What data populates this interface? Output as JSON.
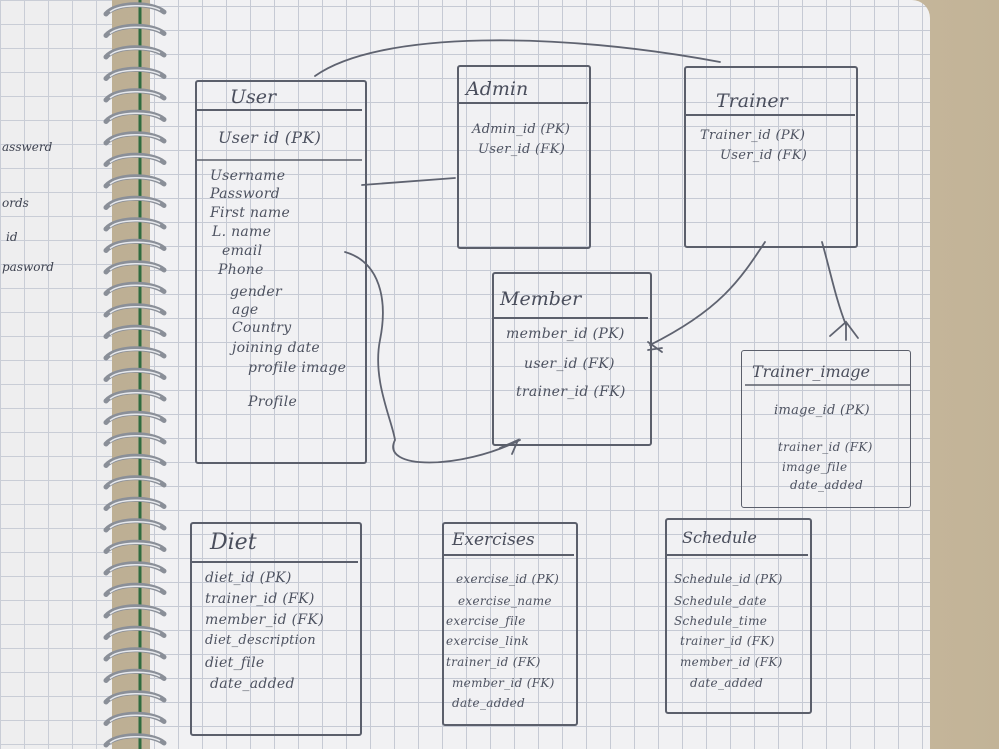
{
  "left_page": {
    "fragments": [
      "asswerd",
      "ords",
      "id",
      "pasword"
    ]
  },
  "entities": {
    "user": {
      "title": "User",
      "fields": [
        "User id (PK)",
        "Username",
        "Password",
        "First name",
        "L. name",
        "email",
        "Phone",
        "gender",
        "age",
        "Country",
        "joining date",
        "profile image",
        "Profile"
      ]
    },
    "admin": {
      "title": "Admin",
      "fields": [
        "Admin_id (PK)",
        "User_id (FK)"
      ]
    },
    "trainer": {
      "title": "Trainer",
      "fields": [
        "Trainer_id (PK)",
        "User_id (FK)"
      ]
    },
    "member": {
      "title": "Member",
      "fields": [
        "member_id (PK)",
        "user_id (FK)",
        "trainer_id (FK)"
      ]
    },
    "trainer_image": {
      "title": "Trainer_image",
      "fields": [
        "image_id (PK)",
        "trainer_id (FK)",
        "image_file",
        "date_added"
      ]
    },
    "diet": {
      "title": "Diet",
      "fields": [
        "diet_id (PK)",
        "trainer_id (FK)",
        "member_id (FK)",
        "diet_description",
        "diet_file",
        "date_added"
      ]
    },
    "exercises": {
      "title": "Exercises",
      "fields": [
        "exercise_id (PK)",
        "exercise_name",
        "exercise_file",
        "exercise_link",
        "trainer_id (FK)",
        "member_id (FK)",
        "date_added"
      ]
    },
    "schedule": {
      "title": "Schedule",
      "fields": [
        "Schedule_id (PK)",
        "Schedule_date",
        "Schedule_time",
        "trainer_id (FK)",
        "member_id (FK)",
        "date_added"
      ]
    }
  }
}
